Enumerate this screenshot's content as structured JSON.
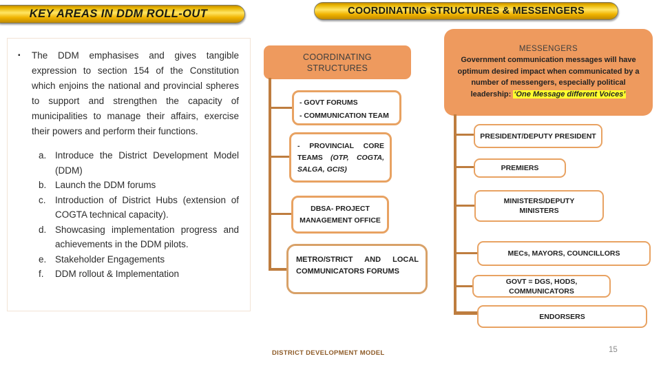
{
  "colors": {
    "orange-fill": "#EE9A5E",
    "orange-border": "#E8A262",
    "tan-border": "#D8A168",
    "connector": "#BE7D3F",
    "highlight": "#FFFF2E",
    "gold-dark": "#C08A00",
    "gold-light": "#FFE564",
    "footer-brown": "#8E5B28",
    "page-gray": "#8a8a8a",
    "panel-border": "#F2E3D5"
  },
  "header": {
    "left_title": "KEY AREAS IN DDM ROLL-OUT",
    "right_title": "COORDINATING STRUCTURES & MESSENGERS"
  },
  "left_panel": {
    "bullet": "▪",
    "paragraph": "The DDM emphasises and gives tangible expression to section 154 of the Constitution which enjoins the national and provincial spheres to support and strengthen the capacity of municipalities to manage their affairs, exercise their powers and perform their functions.",
    "items": [
      {
        "marker": "a.",
        "text": "Introduce the District Development Model (DDM)"
      },
      {
        "marker": "b.",
        "text": "Launch the DDM forums"
      },
      {
        "marker": "c.",
        "text": "Introduction of District Hubs (extension of COGTA technical capacity)."
      },
      {
        "marker": "d.",
        "text": "Showcasing implementation progress and achievements in the DDM pilots."
      },
      {
        "marker": "e.",
        "text": "Stakeholder Engagements"
      },
      {
        "marker": "f.",
        "text": "DDM rollout & Implementation"
      }
    ]
  },
  "coordinating": {
    "header_line1": "COORDINATING",
    "header_line2": "STRUCTURES",
    "box1_line1": "- GOVT FORUMS",
    "box1_line2": "- COMMUNICATION TEAM",
    "box2_main": "- PROVINCIAL CORE TEAMS ",
    "box2_italic": "(OTP, COGTA, SALGA, GCIS)",
    "box3": "DBSA- PROJECT MANAGEMENT OFFICE",
    "box4": "METRO/STRICT AND LOCAL COMMUNICATORS FORUMS"
  },
  "messengers": {
    "title": "MESSENGERS",
    "paragraph": "Government communication messages will have optimum desired impact when communicated by a number of messengers, especially political leadership: ",
    "highlight": "‘One Message different Voices’",
    "boxes": [
      "PRESIDENT/DEPUTY PRESIDENT",
      "PREMIERS",
      "MINISTERS/DEPUTY MINISTERS",
      "MECs, MAYORS, COUNCILLORS",
      "GOVT = DGS, HODS, COMMUNICATORS",
      "ENDORSERS"
    ]
  },
  "footer": {
    "label": "DISTRICT DEVELOPMENT MODEL",
    "page_number": "15"
  }
}
